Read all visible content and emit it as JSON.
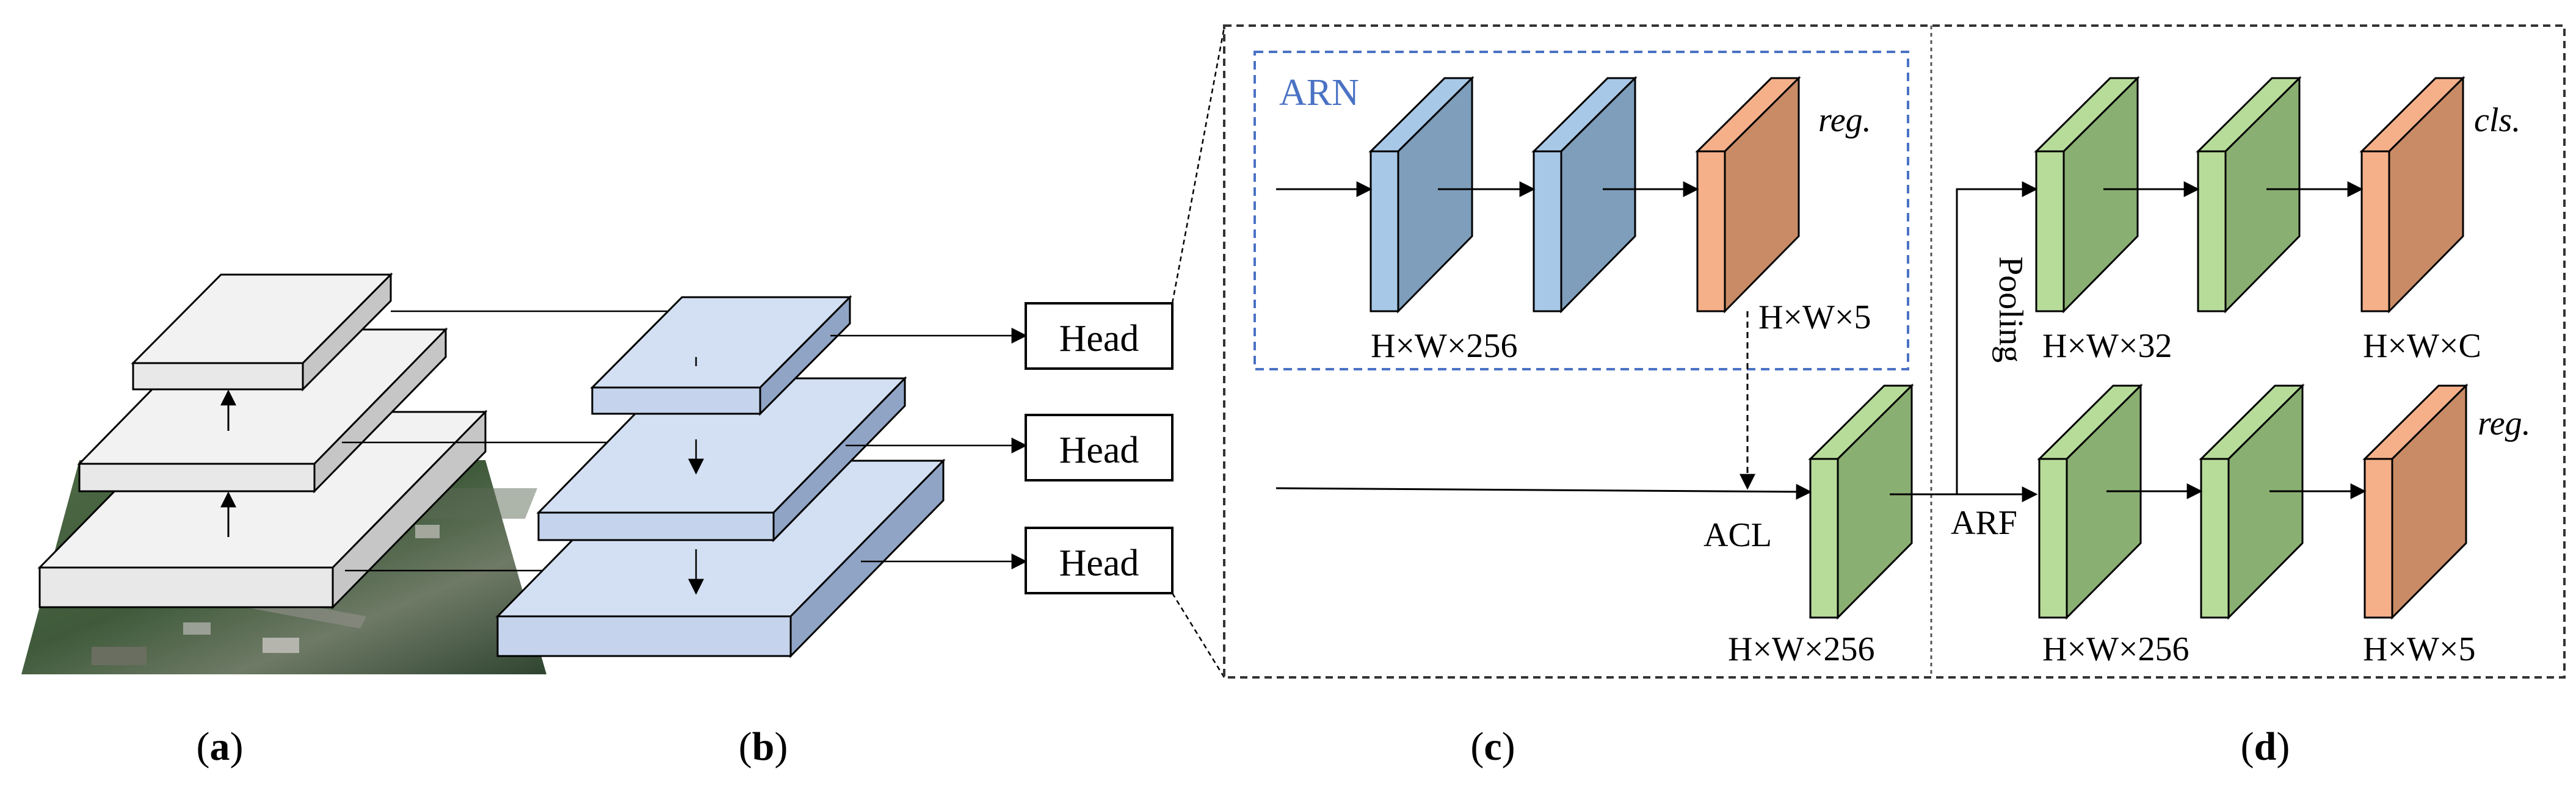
{
  "panel_labels": {
    "a": {
      "open": "(",
      "letter": "a",
      "close": ")"
    },
    "b": {
      "open": "(",
      "letter": "b",
      "close": ")"
    },
    "c": {
      "open": "(",
      "letter": "c",
      "close": ")"
    },
    "d": {
      "open": "(",
      "letter": "d",
      "close": ")"
    }
  },
  "heads": [
    "Head",
    "Head",
    "Head"
  ],
  "arn": {
    "title": "ARN",
    "reg_label": "reg.",
    "dim_first": "H×W×256",
    "dim_last": "H×W×5"
  },
  "acl": {
    "label": "ACL",
    "dim": "H×W×256"
  },
  "arf": {
    "label": "ARF",
    "pooling_label": "Pooling"
  },
  "cls_branch": {
    "dim_first": "H×W×32",
    "dim_last": "H×W×C",
    "label": "cls."
  },
  "reg_branch": {
    "dim_first": "H×W×256",
    "dim_last": "H×W×5",
    "label": "reg."
  },
  "colors": {
    "blue_front": "#7e9ebb",
    "blue_side": "#6f8fae",
    "blue_light": "#a8c8e8",
    "orange_front": "#c98b66",
    "orange_light": "#f5b08a",
    "green_front": "#8aaf72",
    "green_light": "#b7dc9a",
    "pyramid_gray": "#e8e8e8",
    "fpn_blue": "#c5d4ec",
    "arn_border": "#4a72c4",
    "arn_title": "#4a72c4"
  }
}
